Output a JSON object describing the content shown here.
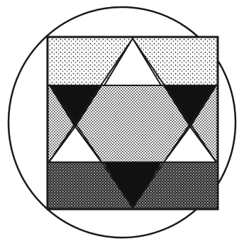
{
  "figure": {
    "kind": "hexagram-in-square-in-circle",
    "colors": {
      "background": "#ffffff",
      "ink": "#1a1a1a",
      "band_fill_top": "#cfcfcf",
      "band_fill_middle": "#9a9a9a",
      "band_fill_bottom": "#555555",
      "solid_triangle": "#111111",
      "open_triangle": "#ffffff"
    },
    "bands": [
      {
        "name": "top",
        "texture": "light-stipple"
      },
      {
        "name": "middle",
        "texture": "dense-stipple"
      },
      {
        "name": "bottom",
        "texture": "heavy-stipple"
      }
    ],
    "triangles": {
      "solid_count": 3,
      "open_count": 3
    }
  }
}
